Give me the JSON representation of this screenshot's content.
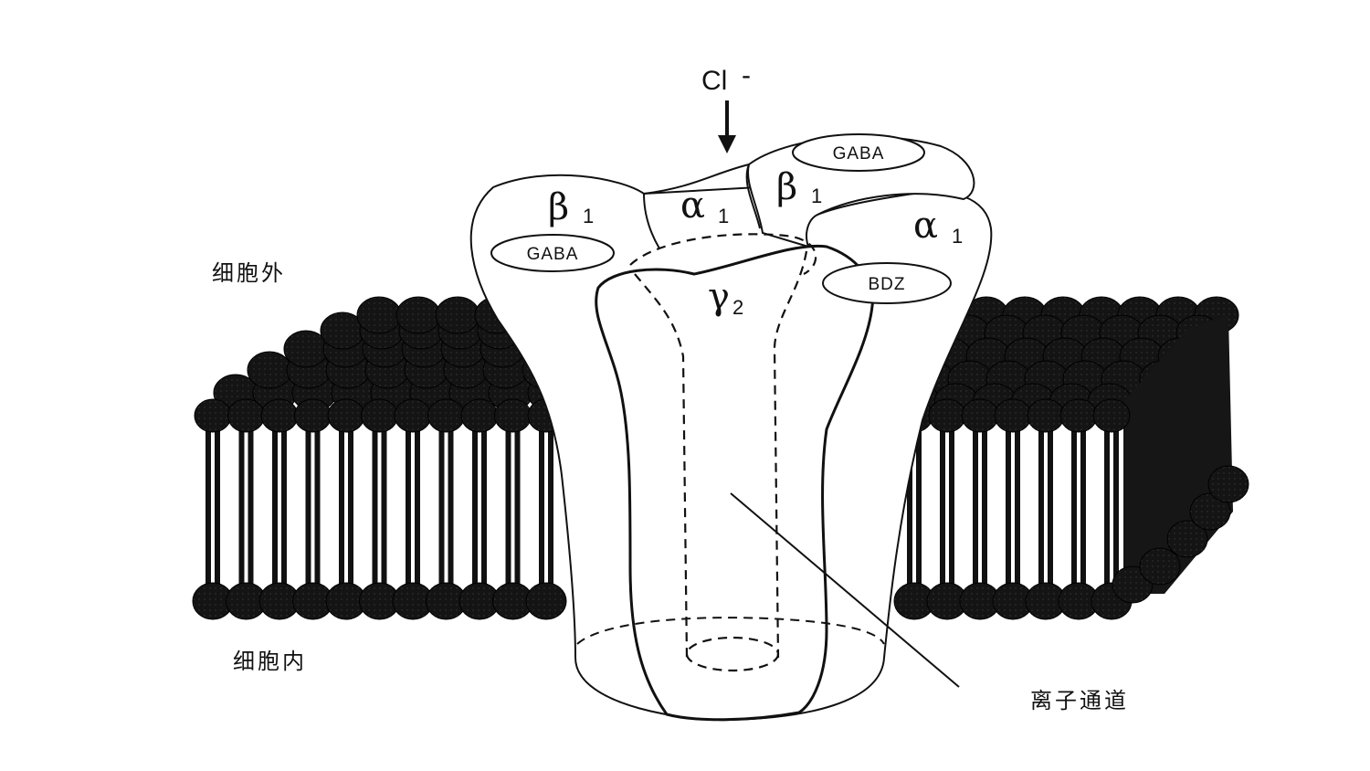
{
  "ion": {
    "name": "Cl",
    "charge": "-"
  },
  "labels": {
    "extracellular": "细胞外",
    "intracellular": "细胞内",
    "ion_channel": "离子通道"
  },
  "subunits": {
    "beta1_left": {
      "letter": "β",
      "sub": "1"
    },
    "alpha1_top": {
      "letter": "α",
      "sub": "1"
    },
    "beta1_right": {
      "letter": "β",
      "sub": "1"
    },
    "alpha1_right": {
      "letter": "α",
      "sub": "1"
    },
    "gamma2": {
      "letter": "γ",
      "sub": "2"
    }
  },
  "binding_sites": {
    "gaba_left": "GABA",
    "gaba_right": "GABA",
    "bdz": "BDZ"
  }
}
